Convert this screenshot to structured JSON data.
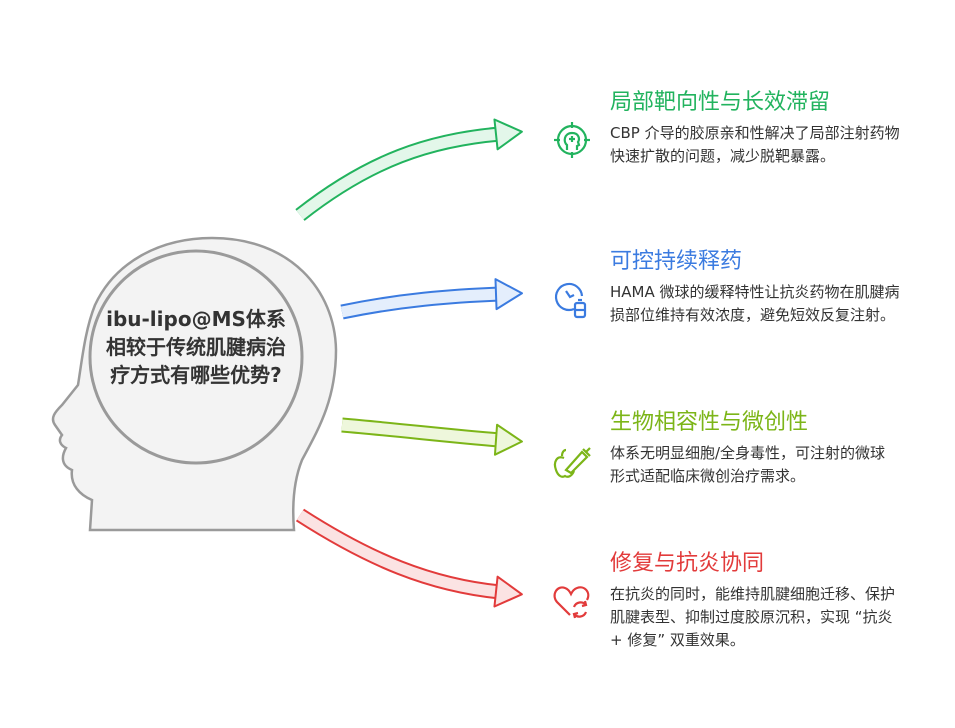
{
  "center_question": "ibu-lipo@MS体系相较于传统肌腱病治疗方式有哪些优势?",
  "items": [
    {
      "title": "局部靶向性与长效滞留",
      "icon": "target-head-icon",
      "color": "#22b35e",
      "light": "#e3f7ea",
      "body": "CBP 介导的胶原亲和性解决了局部注射药物快速扩散的问题，减少脱靶暴露。"
    },
    {
      "title": "可控持续释药",
      "icon": "clock-battery-icon",
      "color": "#3b7be0",
      "light": "#e4eefc",
      "body": "HAMA 微球的缓释特性让抗炎药物在肌腱病损部位维持有效浓度，避免短效反复注射。"
    },
    {
      "title": "生物相容性与微创性",
      "icon": "apple-syringe-icon",
      "color": "#7cb518",
      "light": "#eef7dc",
      "body": "体系无明显细胞/全身毒性，可注射的微球形式适配临床微创治疗需求。"
    },
    {
      "title": "修复与抗炎协同",
      "icon": "heart-cycle-icon",
      "color": "#e23b3b",
      "light": "#fbe3e3",
      "body": "在抗炎的同时，能维持肌腱细胞迁移、保护肌腱表型、抑制过度胶原沉积，实现 “抗炎 + 修复” 双重效果。"
    }
  ]
}
